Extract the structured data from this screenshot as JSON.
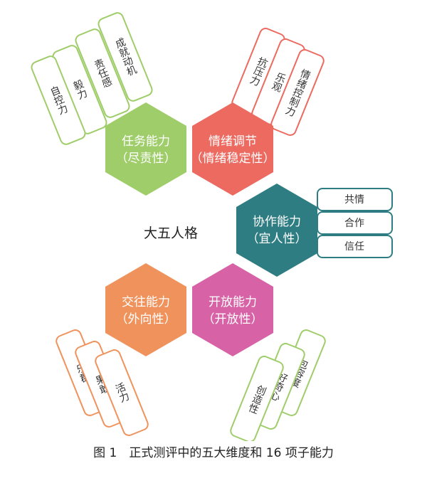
{
  "center_label": "大五人格",
  "caption": "图 1　正式测评中的五大维度和 16 项子能力",
  "colors": {
    "task": "#9fcd6a",
    "emotion": "#ec6a60",
    "coop": "#2e7d82",
    "social": "#f0925c",
    "open": "#d763a6"
  },
  "dimensions": [
    {
      "key": "task",
      "name": "任务能力",
      "sub": "（尽责性）",
      "items": [
        "成就动机",
        "责任感",
        "毅力",
        "自控力"
      ]
    },
    {
      "key": "emotion",
      "name": "情绪调节",
      "sub": "（情绪稳定性）",
      "items": [
        "抗压力",
        "乐观",
        "情绪控制力"
      ]
    },
    {
      "key": "coop",
      "name": "协作能力",
      "sub": "（宜人性）",
      "items": [
        "共情",
        "合作",
        "信任"
      ]
    },
    {
      "key": "social",
      "name": "交往能力",
      "sub": "（外向性）",
      "items": [
        "乐群",
        "果敢",
        "活力"
      ]
    },
    {
      "key": "open",
      "name": "开放能力",
      "sub": "（开放性）",
      "items": [
        "包容度",
        "好奇心",
        "创造性"
      ]
    }
  ]
}
